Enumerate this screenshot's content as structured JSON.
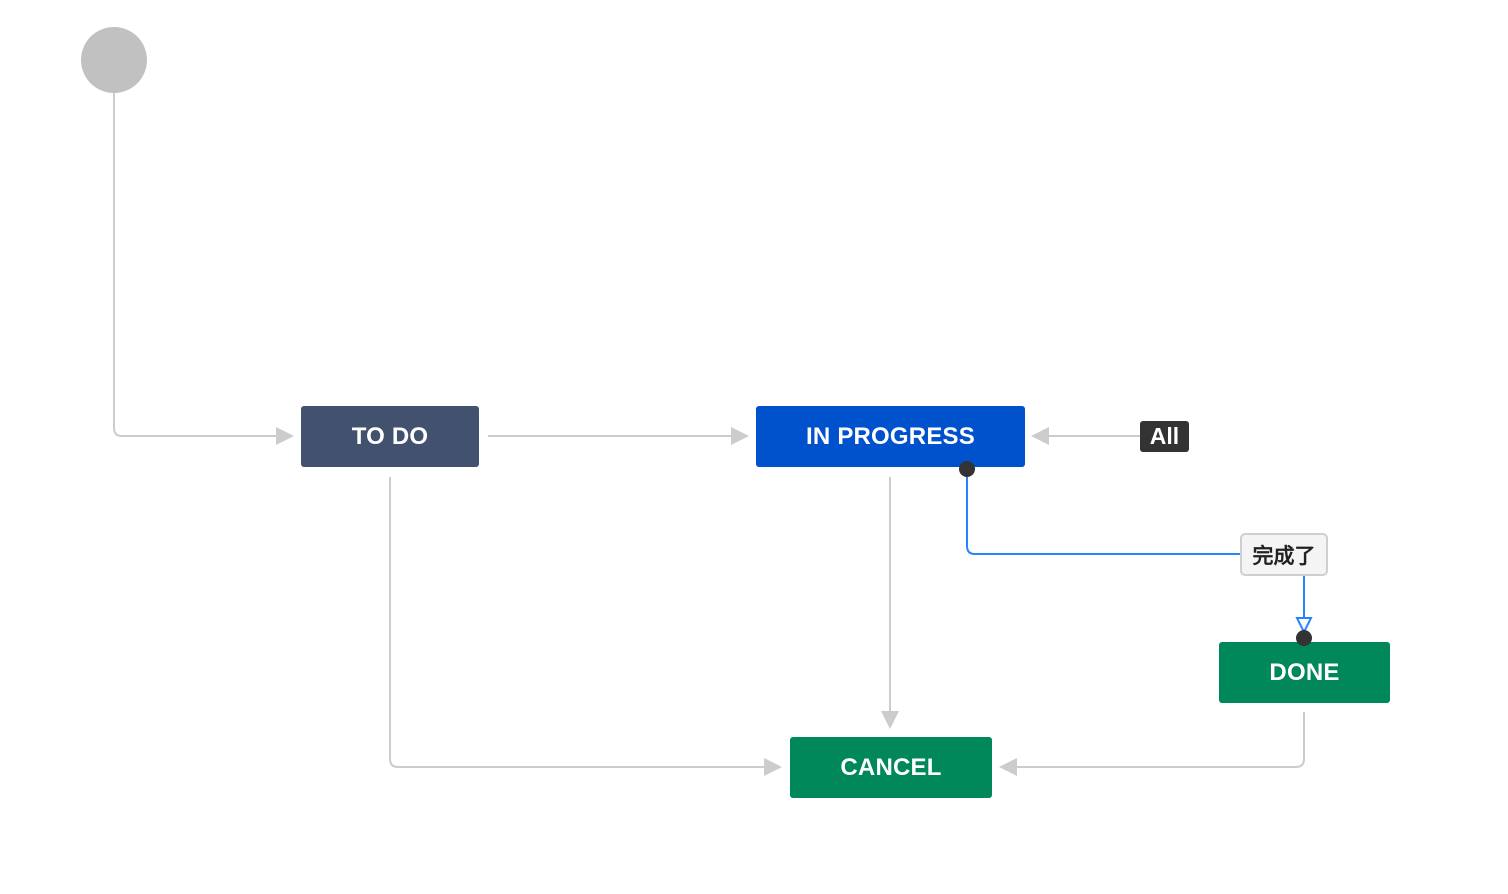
{
  "colors": {
    "start": "#c1c1c1",
    "todo": "#42526e",
    "in_progress": "#0052cc",
    "done": "#00875a",
    "cancel": "#00875a",
    "connector": "#cccccc",
    "selected_connector": "#2684ff",
    "all_badge": "#333333",
    "port": "#333333"
  },
  "statuses": {
    "todo": "TO DO",
    "in_progress": "IN PROGRESS",
    "done": "DONE",
    "cancel": "CANCEL"
  },
  "transitions": {
    "all_label": "All",
    "done_label": "完成了"
  }
}
